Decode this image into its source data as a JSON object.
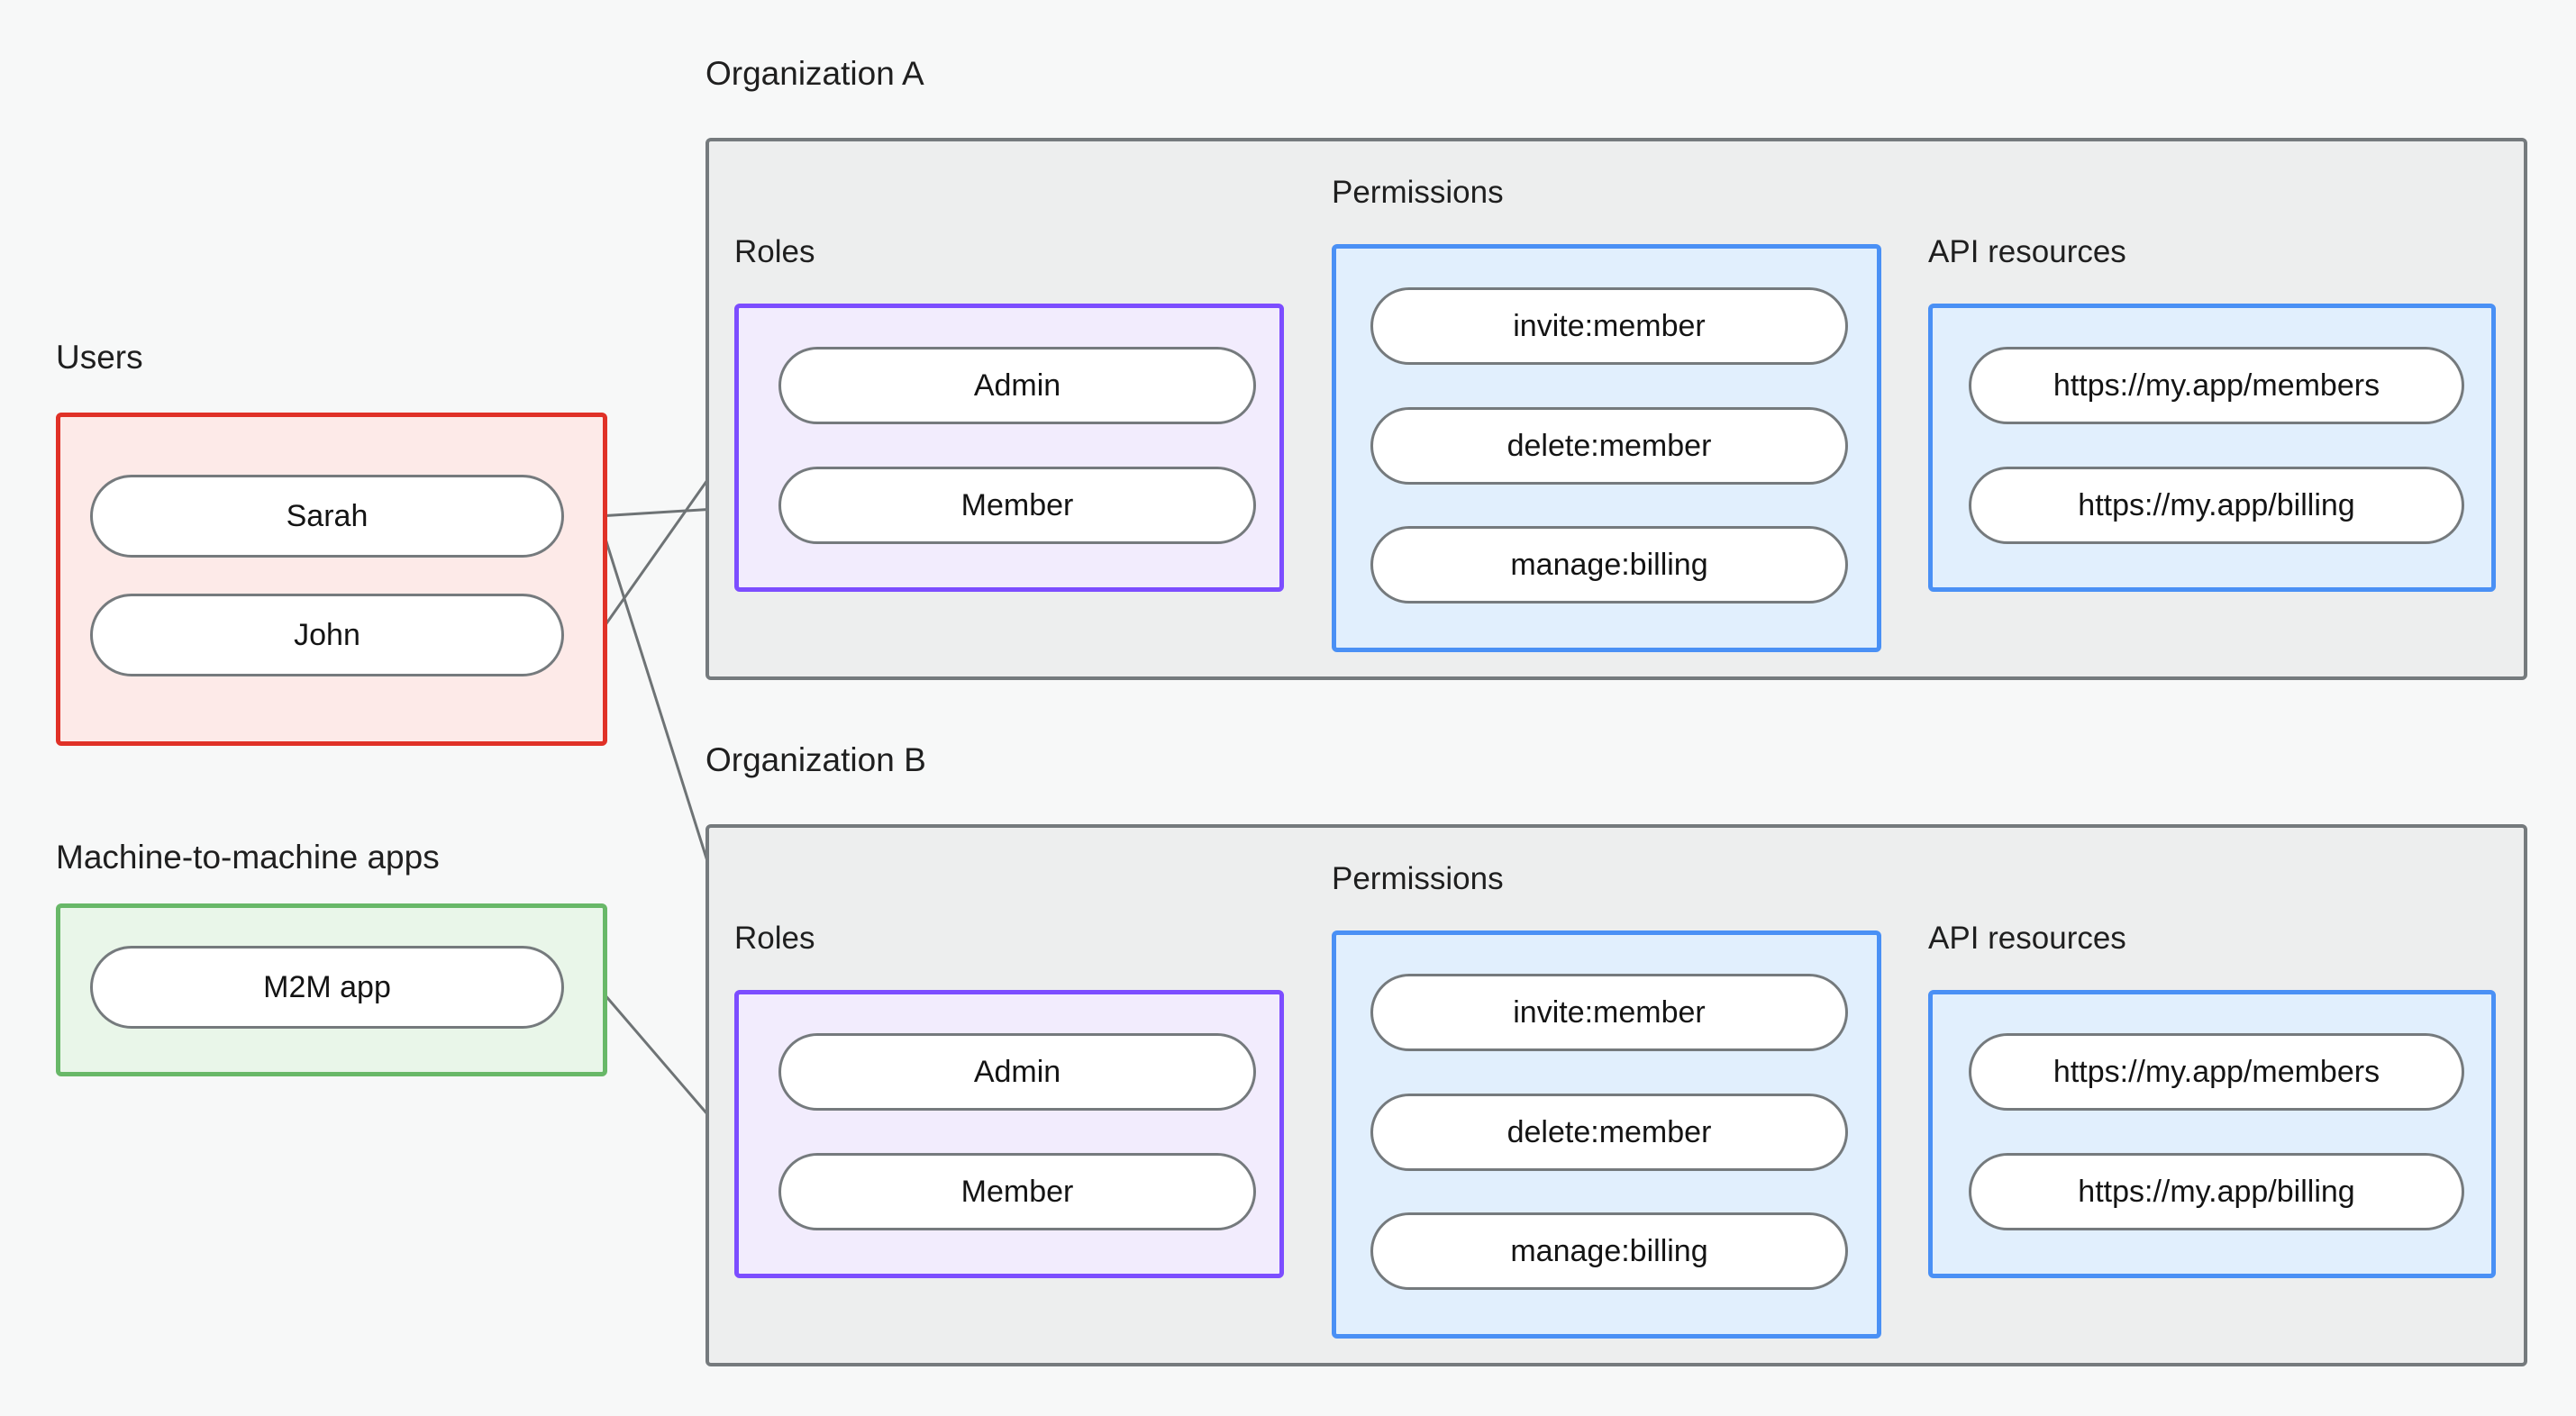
{
  "diagram": {
    "title_visible": false,
    "background_color": "#f7f8f8",
    "edge_color": "#6e7375",
    "node_border_color": "#757a7d",
    "node_fill_color": "#ffffff"
  },
  "groups": {
    "users": {
      "label": "Users",
      "accent": "#e03127",
      "fill": "#fdeae8",
      "items": [
        {
          "label": "Sarah"
        },
        {
          "label": "John"
        }
      ]
    },
    "m2m": {
      "label": "Machine-to-machine apps",
      "accent": "#68b868",
      "fill": "#e9f6e9",
      "items": [
        {
          "label": "M2M app"
        }
      ]
    }
  },
  "organizations": [
    {
      "label": "Organization A",
      "roles": {
        "label": "Roles",
        "accent": "#7c4dff",
        "fill": "#f2ecfd",
        "items": [
          {
            "label": "Admin"
          },
          {
            "label": "Member"
          }
        ]
      },
      "permissions": {
        "label": "Permissions",
        "accent": "#4a90f5",
        "fill": "#e1effd",
        "items": [
          {
            "label": "invite:member"
          },
          {
            "label": "delete:member"
          },
          {
            "label": "manage:billing"
          }
        ]
      },
      "api_resources": {
        "label": "API resources",
        "accent": "#4a90f5",
        "fill": "#e1effd",
        "items": [
          {
            "label": "https://my.app/members"
          },
          {
            "label": "https://my.app/billing"
          }
        ]
      }
    },
    {
      "label": "Organization B",
      "roles": {
        "label": "Roles",
        "accent": "#7c4dff",
        "fill": "#f2ecfd",
        "items": [
          {
            "label": "Admin"
          },
          {
            "label": "Member"
          }
        ]
      },
      "permissions": {
        "label": "Permissions",
        "accent": "#4a90f5",
        "fill": "#e1effd",
        "items": [
          {
            "label": "invite:member"
          },
          {
            "label": "delete:member"
          },
          {
            "label": "manage:billing"
          }
        ]
      },
      "api_resources": {
        "label": "API resources",
        "accent": "#4a90f5",
        "fill": "#e1effd",
        "items": [
          {
            "label": "https://my.app/members"
          },
          {
            "label": "https://my.app/billing"
          }
        ]
      }
    }
  ],
  "connections": [
    {
      "from": "Sarah",
      "to": "Organization A / Member"
    },
    {
      "from": "Sarah",
      "to": "Organization B / Admin"
    },
    {
      "from": "John",
      "to": "Organization A / Admin"
    },
    {
      "from": "M2M app",
      "to": "Organization B / Member"
    },
    {
      "from": "Organization A / Admin",
      "to": "Organization A / invite:member"
    },
    {
      "from": "Organization A / Admin",
      "to": "Organization A / delete:member"
    },
    {
      "from": "Organization A / Member",
      "to": "Organization A / manage:billing"
    },
    {
      "from": "Organization A / invite:member",
      "to": "Organization A / https://my.app/members"
    },
    {
      "from": "Organization A / delete:member",
      "to": "Organization A / https://my.app/members"
    },
    {
      "from": "Organization A / manage:billing",
      "to": "Organization A / https://my.app/billing"
    },
    {
      "from": "Organization B / Admin",
      "to": "Organization B / invite:member"
    },
    {
      "from": "Organization B / Admin",
      "to": "Organization B / delete:member"
    },
    {
      "from": "Organization B / Member",
      "to": "Organization B / manage:billing"
    },
    {
      "from": "Organization B / invite:member",
      "to": "Organization B / https://my.app/members"
    },
    {
      "from": "Organization B / delete:member",
      "to": "Organization B / https://my.app/members"
    },
    {
      "from": "Organization B / manage:billing",
      "to": "Organization B / https://my.app/billing"
    }
  ]
}
